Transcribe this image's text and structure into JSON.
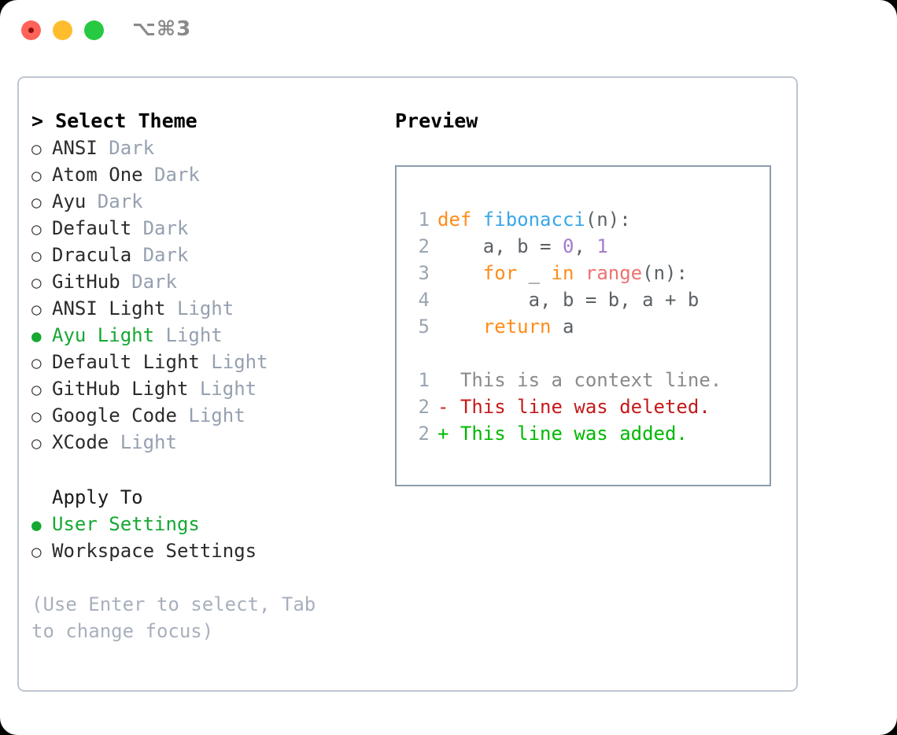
{
  "titlebar": {
    "shortcut": "⌥⌘3",
    "lights": [
      "close",
      "minimize",
      "zoom"
    ]
  },
  "theme_picker": {
    "heading": "> Select Theme",
    "bullet_off": "○",
    "bullet_on": "●",
    "options": [
      {
        "name": "ANSI",
        "variant": "Dark",
        "selected": false
      },
      {
        "name": "Atom One",
        "variant": "Dark",
        "selected": false
      },
      {
        "name": "Ayu",
        "variant": "Dark",
        "selected": false
      },
      {
        "name": "Default",
        "variant": "Dark",
        "selected": false
      },
      {
        "name": "Dracula",
        "variant": "Dark",
        "selected": false
      },
      {
        "name": "GitHub",
        "variant": "Dark",
        "selected": false
      },
      {
        "name": "ANSI Light",
        "variant": "Light",
        "selected": false
      },
      {
        "name": "Ayu Light",
        "variant": "Light",
        "selected": true
      },
      {
        "name": "Default Light",
        "variant": "Light",
        "selected": false
      },
      {
        "name": "GitHub Light",
        "variant": "Light",
        "selected": false
      },
      {
        "name": "Google Code",
        "variant": "Light",
        "selected": false
      },
      {
        "name": "XCode",
        "variant": "Light",
        "selected": false
      }
    ]
  },
  "apply_to": {
    "heading": "Apply To",
    "options": [
      {
        "name": "User Settings",
        "selected": true
      },
      {
        "name": "Workspace Settings",
        "selected": false
      }
    ]
  },
  "hint": "(Use Enter to select, Tab to change focus)",
  "preview": {
    "heading": "Preview",
    "code_lines": [
      {
        "no": "1",
        "tokens": [
          {
            "t": "def ",
            "c": "kw"
          },
          {
            "t": "fibonacci",
            "c": "fn"
          },
          {
            "t": "(n):",
            "c": "pln"
          }
        ]
      },
      {
        "no": "2",
        "tokens": [
          {
            "t": "    a, b = ",
            "c": "pln"
          },
          {
            "t": "0",
            "c": "num"
          },
          {
            "t": ", ",
            "c": "pln"
          },
          {
            "t": "1",
            "c": "num"
          }
        ]
      },
      {
        "no": "3",
        "tokens": [
          {
            "t": "    ",
            "c": "pln"
          },
          {
            "t": "for",
            "c": "kw"
          },
          {
            "t": " _ ",
            "c": "pln"
          },
          {
            "t": "in",
            "c": "kw"
          },
          {
            "t": " ",
            "c": "pln"
          },
          {
            "t": "range",
            "c": "bltn"
          },
          {
            "t": "(n):",
            "c": "pln"
          }
        ]
      },
      {
        "no": "4",
        "tokens": [
          {
            "t": "        a, b = b, a + b",
            "c": "pln"
          }
        ]
      },
      {
        "no": "5",
        "tokens": [
          {
            "t": "    ",
            "c": "pln"
          },
          {
            "t": "return",
            "c": "kw"
          },
          {
            "t": " a",
            "c": "pln"
          }
        ]
      }
    ],
    "diff_lines": [
      {
        "no": "1",
        "marker": " ",
        "text": "This is a context line.",
        "kind": "ctx"
      },
      {
        "no": "2",
        "marker": "-",
        "text": "This line was deleted.",
        "kind": "del"
      },
      {
        "no": "2",
        "marker": "+",
        "text": "This line was added.",
        "kind": "add"
      }
    ]
  },
  "colors": {
    "accent_green": "#16A833",
    "muted": "#95A0B0",
    "keyword": "#FF8C1A",
    "function": "#39A7E8",
    "number": "#A37ACC",
    "builtin": "#F07171",
    "diff_add": "#00B800",
    "diff_del": "#C41A1A",
    "panel_border": "#BFC6D1",
    "preview_border": "#8C9BAB"
  }
}
